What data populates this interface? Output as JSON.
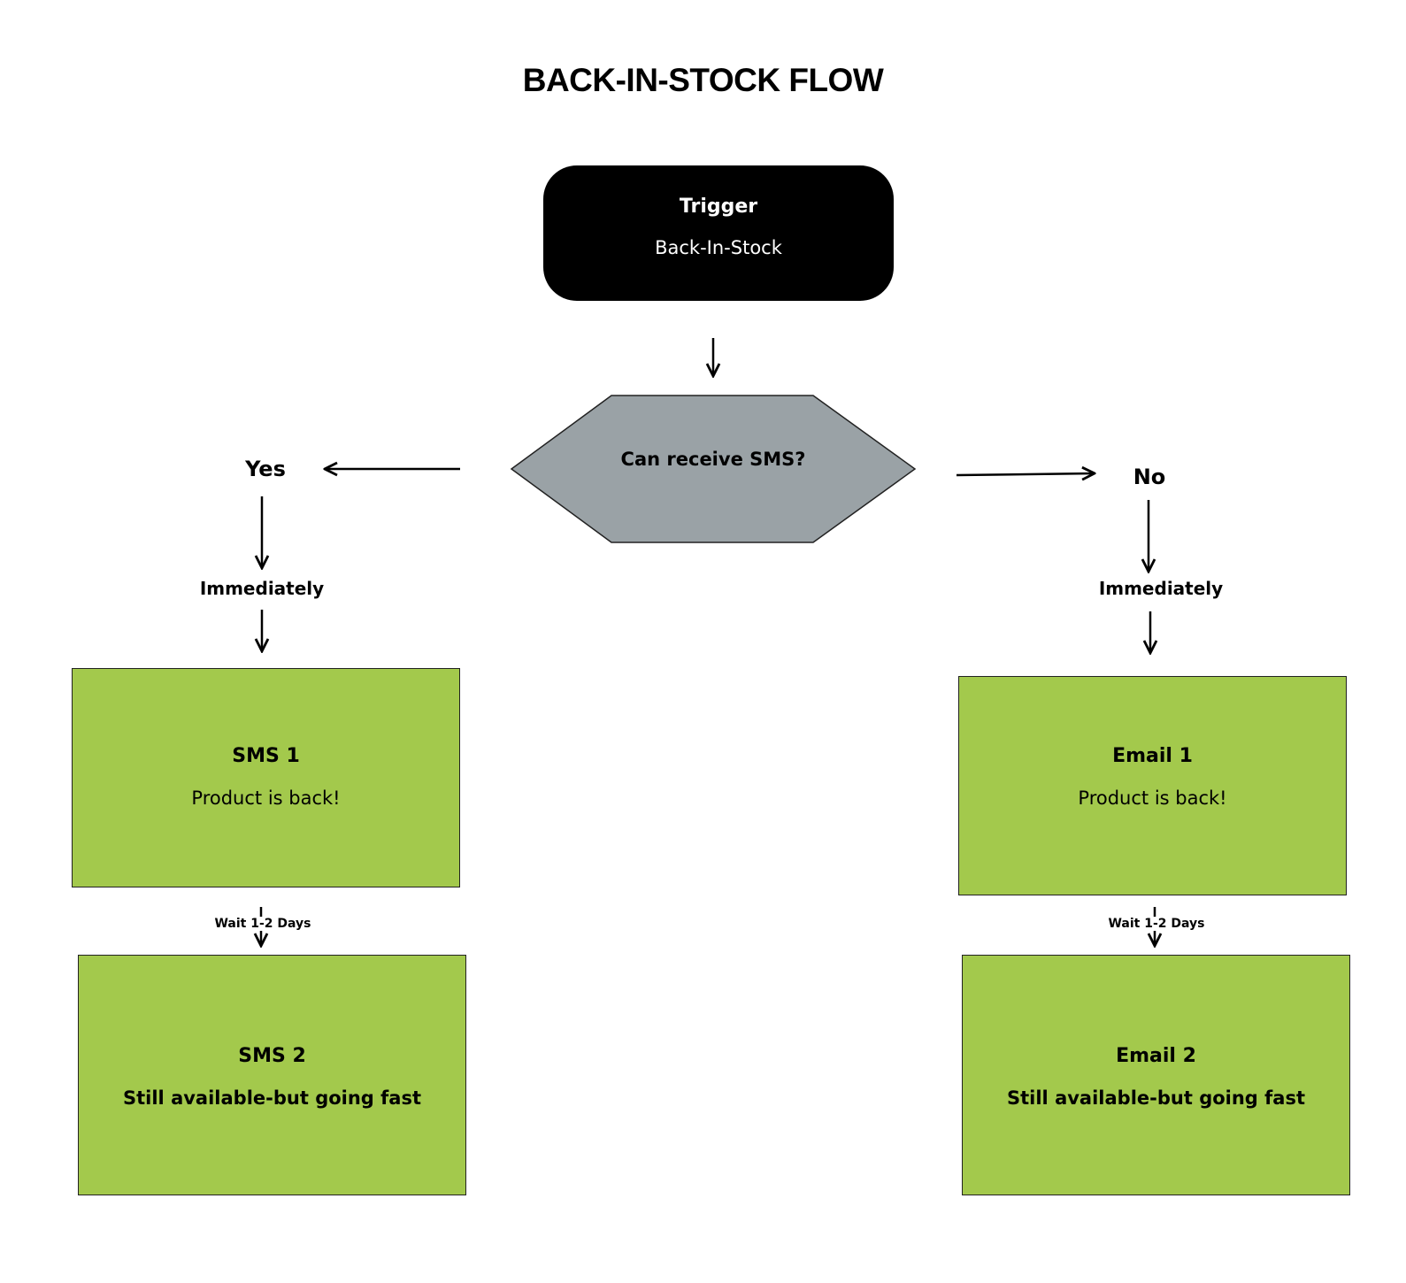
{
  "title": "BACK-IN-STOCK FLOW",
  "trigger": {
    "label": "Trigger",
    "event": "Back-In-Stock"
  },
  "decision": {
    "question": "Can receive SMS?"
  },
  "branches": {
    "yes": {
      "label": "Yes",
      "timing": "Immediately",
      "wait": "Wait 1-2 Days",
      "step1": {
        "title": "SMS 1",
        "message": "Product is back!"
      },
      "step2": {
        "title": "SMS 2",
        "message": "Still available-but going fast"
      }
    },
    "no": {
      "label": "No",
      "timing": "Immediately",
      "wait": "Wait 1-2 Days",
      "step1": {
        "title": "Email 1",
        "message": "Product is back!"
      },
      "step2": {
        "title": "Email 2",
        "message": "Still available-but going fast"
      }
    }
  },
  "colors": {
    "trigger_fill": "#000000",
    "decision_fill": "#9aa2a6",
    "step_fill": "#a3c94c"
  }
}
